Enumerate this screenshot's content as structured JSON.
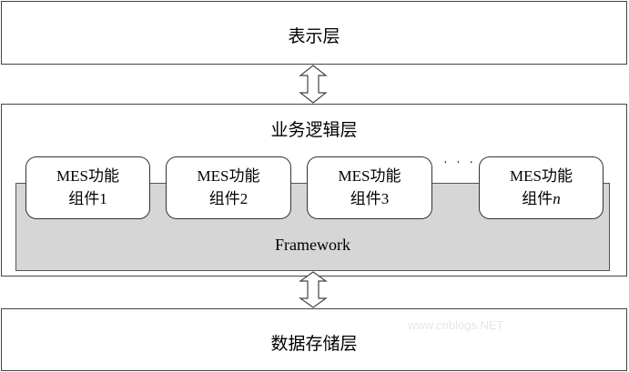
{
  "layers": {
    "presentation": "表示层",
    "business": "业务逻辑层",
    "storage": "数据存储层"
  },
  "framework": "Framework",
  "components": [
    {
      "line1": "MES功能",
      "line2_prefix": "组件",
      "line2_num": "1"
    },
    {
      "line1": "MES功能",
      "line2_prefix": "组件",
      "line2_num": "2"
    },
    {
      "line1": "MES功能",
      "line2_prefix": "组件",
      "line2_num": "3"
    },
    {
      "line1": "MES功能",
      "line2_prefix": "组件",
      "line2_num": "n"
    }
  ],
  "ellipsis": "· · ·",
  "watermark": "www.cnblogs.NET",
  "colors": {
    "border": "#444444",
    "framework_fill": "#d6d6d6",
    "background": "#ffffff"
  }
}
